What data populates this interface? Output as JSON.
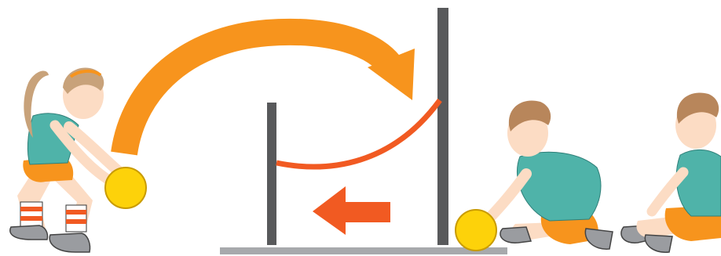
{
  "colors": {
    "background": "#ffffff",
    "arc_orange": "#f7941d",
    "arrow_red_orange": "#f15a22",
    "post_gray": "#58595b",
    "floor_gray": "#a7a9ac",
    "ball_yellow": "#fdd20a",
    "shirt_teal": "#4fb3a9",
    "shorts_orange": "#f7941d",
    "skin": "#fcdcc4",
    "girl_hair": "#c8a27a",
    "boy_hair": "#b8865b",
    "shoe_gray": "#9a9ca0",
    "sock_stripe": "#f15a22"
  },
  "scene": {
    "figures": [
      "girl-with-ball",
      "boy-rolling-ball",
      "boy-kneeling"
    ],
    "objects": [
      "large-curved-arrow",
      "return-arrow",
      "short-post",
      "tall-post",
      "crossbar-arc",
      "floor-bar",
      "ball-left",
      "ball-right"
    ],
    "icons": [
      "curved-arrow-icon",
      "left-arrow-icon"
    ]
  }
}
